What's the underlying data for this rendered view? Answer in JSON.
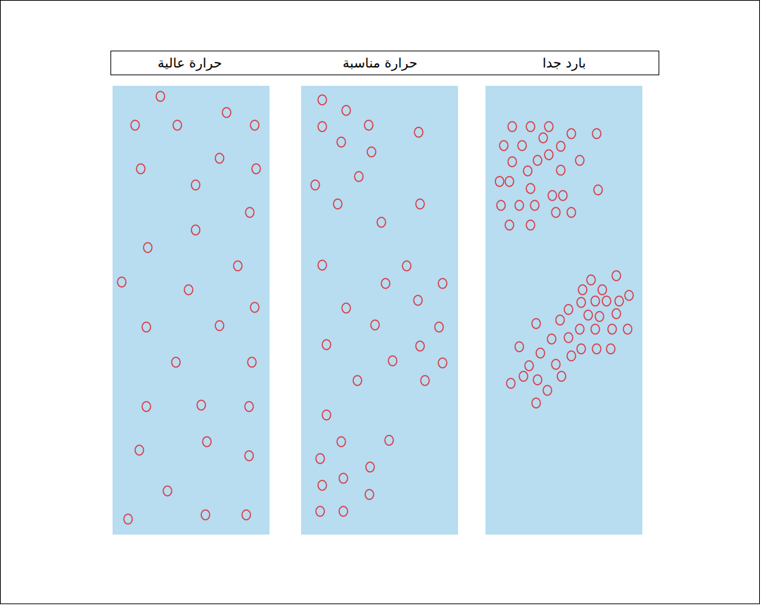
{
  "diagram": {
    "labels": [
      "بارد جدا",
      "حرارة مناسبة",
      "حرارة عالية"
    ]
  }
}
